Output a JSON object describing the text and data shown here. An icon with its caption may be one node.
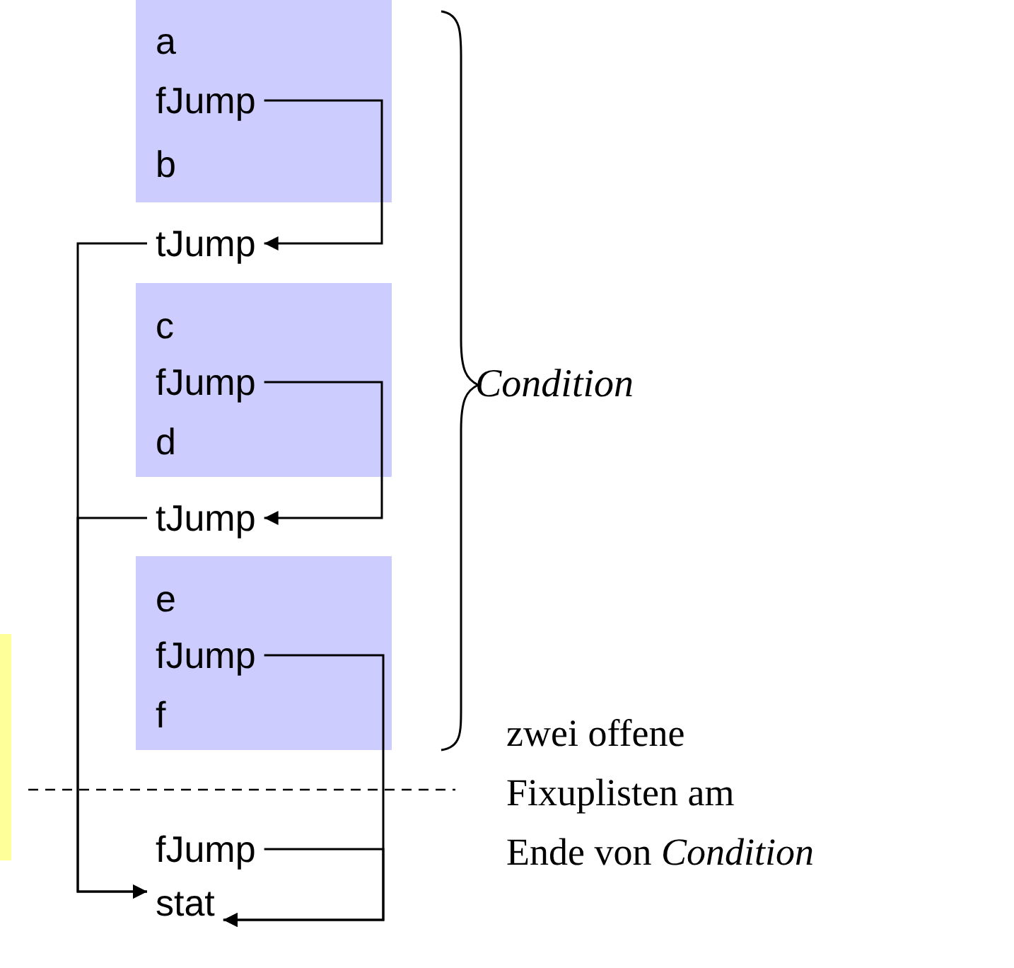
{
  "diagram": {
    "nodes": [
      {
        "text": [
          "a",
          "b"
        ]
      },
      {
        "text": [
          "fJump"
        ],
        "in": 0
      },
      {
        "text": [
          "tJump"
        ]
      },
      {
        "text": [
          "c",
          "d"
        ]
      },
      {
        "text": [
          "fJump"
        ],
        "in": 3
      },
      {
        "text": [
          "tJump"
        ]
      },
      {
        "text": [
          "e",
          "f"
        ]
      },
      {
        "text": [
          "fJump"
        ],
        "in": 6
      },
      {
        "text": [
          "fJump"
        ]
      },
      {
        "text": [
          "stat"
        ]
      }
    ],
    "edges": [
      {
        "from": 1,
        "to": 2,
        "arrow": "to"
      },
      {
        "from": 4,
        "to": 5,
        "arrow": "to"
      },
      {
        "from": 2,
        "to": 9,
        "arrow": "to"
      },
      {
        "from": 5,
        "to": 9,
        "arrow": "to"
      },
      {
        "from": 7,
        "to": 9,
        "arrow": "to"
      },
      {
        "from": 8,
        "to": 9,
        "arrow": "to"
      }
    ],
    "labels": [
      "Condition",
      "zwei offene Fixuplisten am Ende von *Condition*"
    ]
  }
}
